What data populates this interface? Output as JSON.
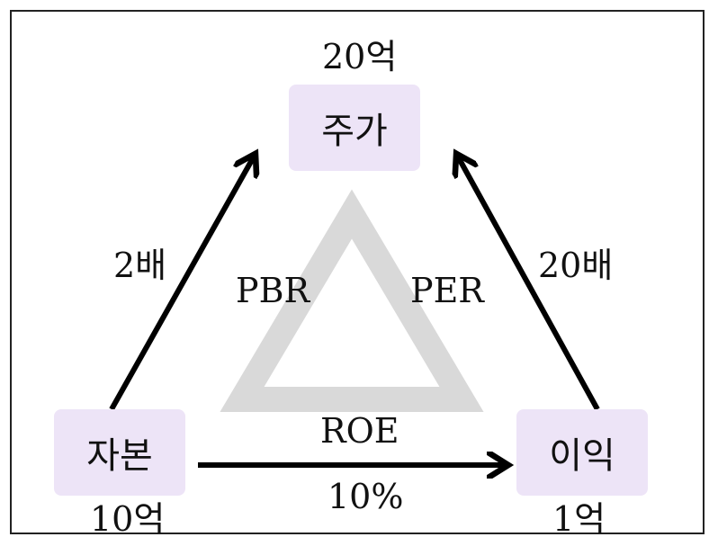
{
  "nodes": {
    "top": {
      "label": "주가",
      "value": "20억"
    },
    "left": {
      "label": "자본",
      "value": "10억"
    },
    "right": {
      "label": "이익",
      "value": "1억"
    }
  },
  "edges": {
    "left_to_top": {
      "ratio": "2배",
      "metric": "PBR"
    },
    "right_to_top": {
      "ratio": "20배",
      "metric": "PER"
    },
    "left_to_right": {
      "metric": "ROE",
      "ratio": "10%"
    }
  },
  "colors": {
    "node_fill": "#ede4f7",
    "arrow": "#000000",
    "triangle": "#d9d9d9"
  }
}
